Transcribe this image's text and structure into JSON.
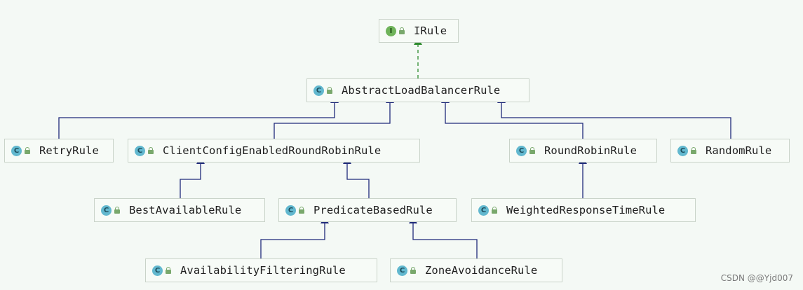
{
  "nodes": {
    "irule": {
      "kind": "I",
      "name": "IRule"
    },
    "abstract": {
      "kind": "C",
      "name": "AbstractLoadBalancerRule"
    },
    "retry": {
      "kind": "C",
      "name": "RetryRule"
    },
    "clientconfig": {
      "kind": "C",
      "name": "ClientConfigEnabledRoundRobinRule"
    },
    "roundrobin": {
      "kind": "C",
      "name": "RoundRobinRule"
    },
    "random": {
      "kind": "C",
      "name": "RandomRule"
    },
    "bestavailable": {
      "kind": "C",
      "name": "BestAvailableRule"
    },
    "predicate": {
      "kind": "C",
      "name": "PredicateBasedRule"
    },
    "weighted": {
      "kind": "C",
      "name": "WeightedResponseTimeRule"
    },
    "availability": {
      "kind": "C",
      "name": "AvailabilityFilteringRule"
    },
    "zoneavoid": {
      "kind": "C",
      "name": "ZoneAvoidanceRule"
    }
  },
  "colors": {
    "inheritance": "#1f2a7a",
    "implements": "#2e8b2e"
  },
  "watermark": "CSDN @@Yjd007"
}
